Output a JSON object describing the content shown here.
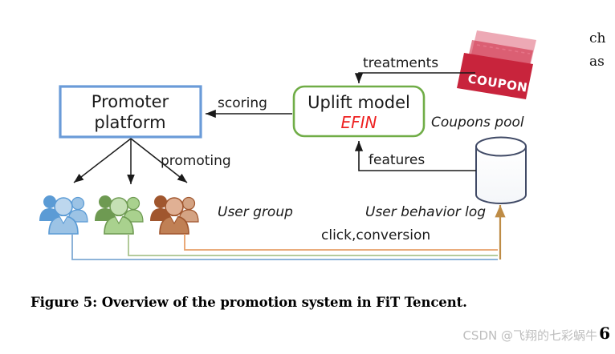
{
  "figure": {
    "caption": "Figure 5: Overview of the promotion system in FiT Tencent.",
    "page_number": "6",
    "watermark": "CSDN @飞翔的七彩蜗牛",
    "cropped_right_text": {
      "line1": "ch",
      "line2": "as"
    },
    "nodes": {
      "promoter_platform": {
        "line1": "Promoter",
        "line2": "platform",
        "border_color": "#6A9BD8"
      },
      "uplift_model": {
        "line1": "Uplift model",
        "line2": "EFIN",
        "border_color": "#70AD47",
        "accent_color": "#EE2222"
      },
      "coupon_ticket": {
        "label": "COUPON",
        "fill_color": "#C8243C"
      },
      "database": {
        "outline_color": "#404a66"
      }
    },
    "labels": {
      "treatments": "treatments",
      "scoring": "scoring",
      "promoting": "promoting",
      "features": "features",
      "coupons_pool": "Coupons pool",
      "user_group": "User group",
      "user_behavior_log": "User behavior log",
      "click_conversion": "click,conversion"
    },
    "user_groups": [
      {
        "name": "blue-user-group",
        "color": "#5B9BD5"
      },
      {
        "name": "green-user-group",
        "color": "#8DB87C"
      },
      {
        "name": "brown-user-group",
        "color": "#B9784F"
      }
    ],
    "feedback_lines": [
      {
        "name": "blue-feedback-line",
        "color": "#7FA9D4"
      },
      {
        "name": "green-feedback-line",
        "color": "#A9C48E"
      },
      {
        "name": "orange-feedback-line",
        "color": "#E8A06A"
      }
    ],
    "db_arrow_color": "#BE8C46"
  }
}
